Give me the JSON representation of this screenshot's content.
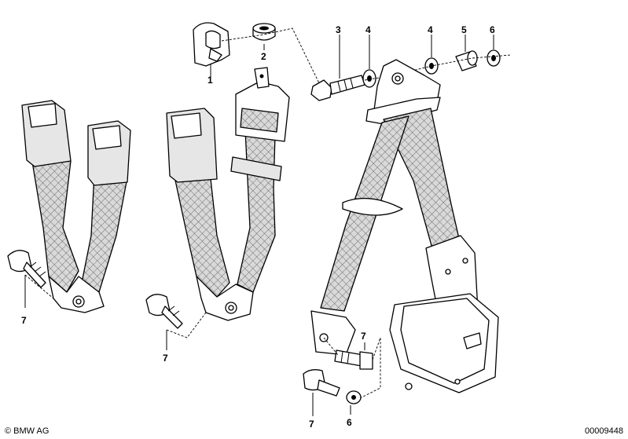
{
  "diagram": {
    "callouts": [
      {
        "id": "c1",
        "label": "1"
      },
      {
        "id": "c2",
        "label": "2"
      },
      {
        "id": "c3",
        "label": "3"
      },
      {
        "id": "c4a",
        "label": "4"
      },
      {
        "id": "c4b",
        "label": "4"
      },
      {
        "id": "c5",
        "label": "5"
      },
      {
        "id": "c6a",
        "label": "6"
      },
      {
        "id": "c7a",
        "label": "7"
      },
      {
        "id": "c7b",
        "label": "7"
      },
      {
        "id": "c7c",
        "label": "7"
      },
      {
        "id": "c7d",
        "label": "7"
      },
      {
        "id": "c6b",
        "label": "6"
      }
    ]
  },
  "footer": {
    "copyright": "© BMW AG",
    "drawing_number": "00009448"
  }
}
